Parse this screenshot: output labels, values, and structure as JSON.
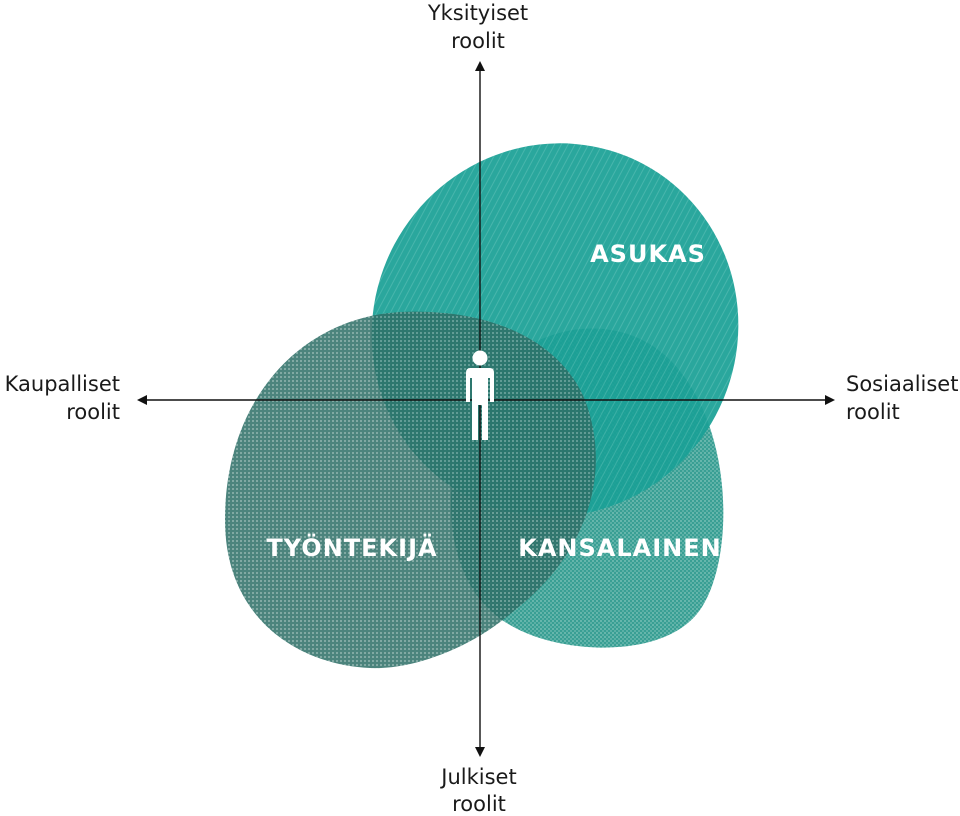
{
  "axes": {
    "top": [
      "Yksityiset",
      "roolit"
    ],
    "bottom": [
      "Julkiset",
      "roolit"
    ],
    "left": [
      "Kaupalliset",
      "roolit"
    ],
    "right": [
      "Sosiaaliset",
      "roolit"
    ]
  },
  "regions": {
    "asukas": "ASUKAS",
    "tyontekija": "TYÖNTEKIJÄ",
    "kansalainen": "KANSALAINEN"
  },
  "colors": {
    "asukas": "#1aa096",
    "tyontekija": "#2d6e66",
    "kansalainen": "#2f9a8e",
    "axis": "#111111",
    "person": "#ffffff"
  },
  "icons": {
    "center": "person-icon"
  }
}
